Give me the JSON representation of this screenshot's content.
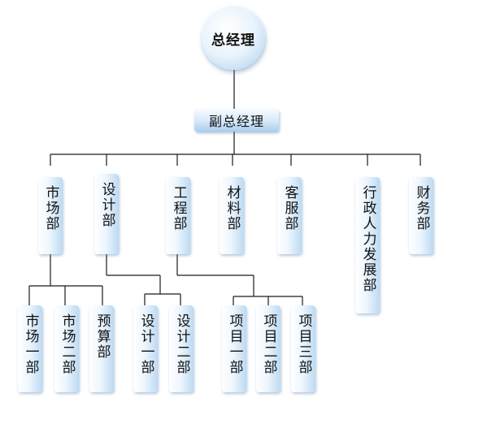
{
  "root": {
    "label": "总经理"
  },
  "deputy": {
    "label": "副总经理"
  },
  "departments": [
    {
      "label": "市场部"
    },
    {
      "label": "设计部"
    },
    {
      "label": "工程部"
    },
    {
      "label": "材料部"
    },
    {
      "label": "客服部"
    },
    {
      "label": "行政人力发展部"
    },
    {
      "label": "财务部"
    }
  ],
  "sub_units": [
    {
      "label": "市场一部",
      "parent": "市场部"
    },
    {
      "label": "市场二部",
      "parent": "市场部"
    },
    {
      "label": "预算部",
      "parent": "市场部"
    },
    {
      "label": "设计一部",
      "parent": "设计部"
    },
    {
      "label": "设计二部",
      "parent": "设计部"
    },
    {
      "label": "项目一部",
      "parent": "工程部"
    },
    {
      "label": "项目二部",
      "parent": "工程部"
    },
    {
      "label": "项目三部",
      "parent": "工程部"
    }
  ]
}
